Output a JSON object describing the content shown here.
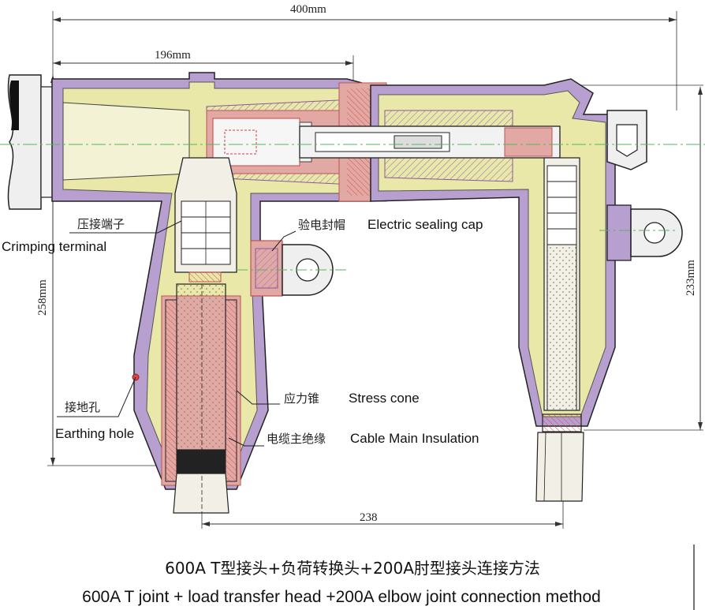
{
  "dimensions": {
    "total_width": "400mm",
    "t_body_width": "196mm",
    "t_height": "258mm",
    "elbow_height": "233mm",
    "center_spacing": "238"
  },
  "labels": {
    "crimping_cn": "压接端子",
    "crimping_en": "Crimping  terminal",
    "sealing_cn": "验电封帽",
    "sealing_en": "Electric sealing cap",
    "stress_cn": "应力锥",
    "stress_en": "Stress cone",
    "earthing_cn": "接地孔",
    "earthing_en": "Earthing hole",
    "insulation_cn": "电缆主绝缘",
    "insulation_en": "Cable Main Insulation"
  },
  "caption": {
    "line_cn": "600A T型接头+负荷转换头+200A肘型接头连接方法",
    "line_en": "600A T joint + load transfer head +200A elbow joint connection method"
  },
  "colors": {
    "outer_shell": "#b79fcf",
    "insulation": "#e9e8a8",
    "semi_conductor": "#e2a8a4",
    "cable": "#f2f0e6",
    "terminal_black": "#222222",
    "center_line": "#59b45e"
  }
}
